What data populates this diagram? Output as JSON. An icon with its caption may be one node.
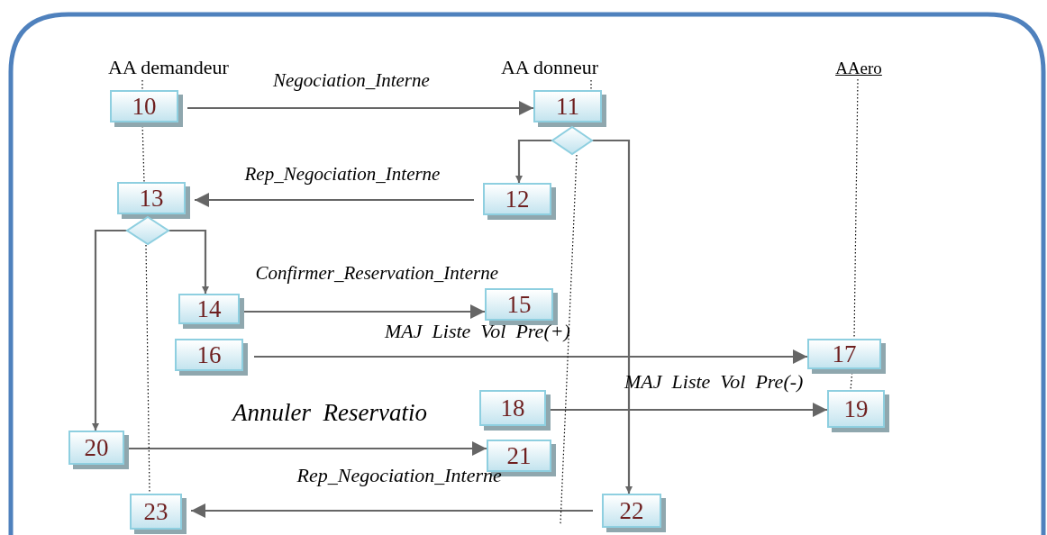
{
  "diagram": {
    "nodes": [
      {
        "text": [
          "10"
        ]
      },
      {
        "text": [
          "11"
        ]
      },
      {
        "text": [],
        "shape": "diamond"
      },
      {
        "text": [
          "12"
        ]
      },
      {
        "text": [
          "13"
        ]
      },
      {
        "text": [],
        "shape": "diamond"
      },
      {
        "text": [
          "14"
        ]
      },
      {
        "text": [
          "15"
        ]
      },
      {
        "text": [
          "16"
        ]
      },
      {
        "text": [
          "17"
        ]
      },
      {
        "text": [
          "18"
        ]
      },
      {
        "text": [
          "19"
        ]
      },
      {
        "text": [
          "20"
        ]
      },
      {
        "text": [
          "21"
        ]
      },
      {
        "text": [
          "22"
        ]
      },
      {
        "text": [
          "23"
        ]
      },
      {
        "text": [
          "AA demandeur"
        ]
      },
      {
        "text": [
          "AA donneur"
        ]
      },
      {
        "text": [
          "AAero"
        ]
      }
    ],
    "edges": [
      {
        "from": 0,
        "to": 1,
        "arrow": "to",
        "label": "Negociation_Interne"
      },
      {
        "from": 2,
        "to": 3,
        "arrow": "to"
      },
      {
        "from": 2,
        "to": 14,
        "arrow": "to"
      },
      {
        "from": 3,
        "to": 4,
        "arrow": "to",
        "label": "Rep_Negociation_Interne"
      },
      {
        "from": 5,
        "to": 6,
        "arrow": "to"
      },
      {
        "from": 5,
        "to": 12,
        "arrow": "to"
      },
      {
        "from": 6,
        "to": 7,
        "arrow": "to",
        "label": "Confirmer_Reservation_Interne"
      },
      {
        "from": 8,
        "to": 9,
        "arrow": "to",
        "label": "MAJ  Liste  Vol  Pre(+)"
      },
      {
        "from": 10,
        "to": 11,
        "arrow": "to",
        "label": "MAJ  Liste  Vol  Pre(-)"
      },
      {
        "from": 12,
        "to": 13,
        "arrow": "to",
        "label": "Annuler  Reservatio"
      },
      {
        "from": 14,
        "to": 15,
        "arrow": "to",
        "label": "Rep_Negociation_Interne"
      },
      {
        "from": 16,
        "to": 0,
        "arrow": "none",
        "style": "dashed",
        "color": "#000000"
      },
      {
        "from": 17,
        "to": 1,
        "arrow": "none",
        "style": "dashed",
        "color": "#000000"
      },
      {
        "from": 18,
        "to": 9,
        "arrow": "none",
        "style": "dashed",
        "color": "#000000"
      },
      {
        "from": 2,
        "to": null,
        "arrow": "none",
        "style": "dashed",
        "color": "#000000"
      },
      {
        "from": 0,
        "to": 4,
        "arrow": "none",
        "style": "dashed",
        "color": "#000000"
      },
      {
        "from": 5,
        "to": 15,
        "arrow": "none",
        "style": "dashed",
        "color": "#000000"
      },
      {
        "from": 9,
        "to": 11,
        "arrow": "none",
        "style": "dashed",
        "color": "#000000"
      }
    ]
  }
}
